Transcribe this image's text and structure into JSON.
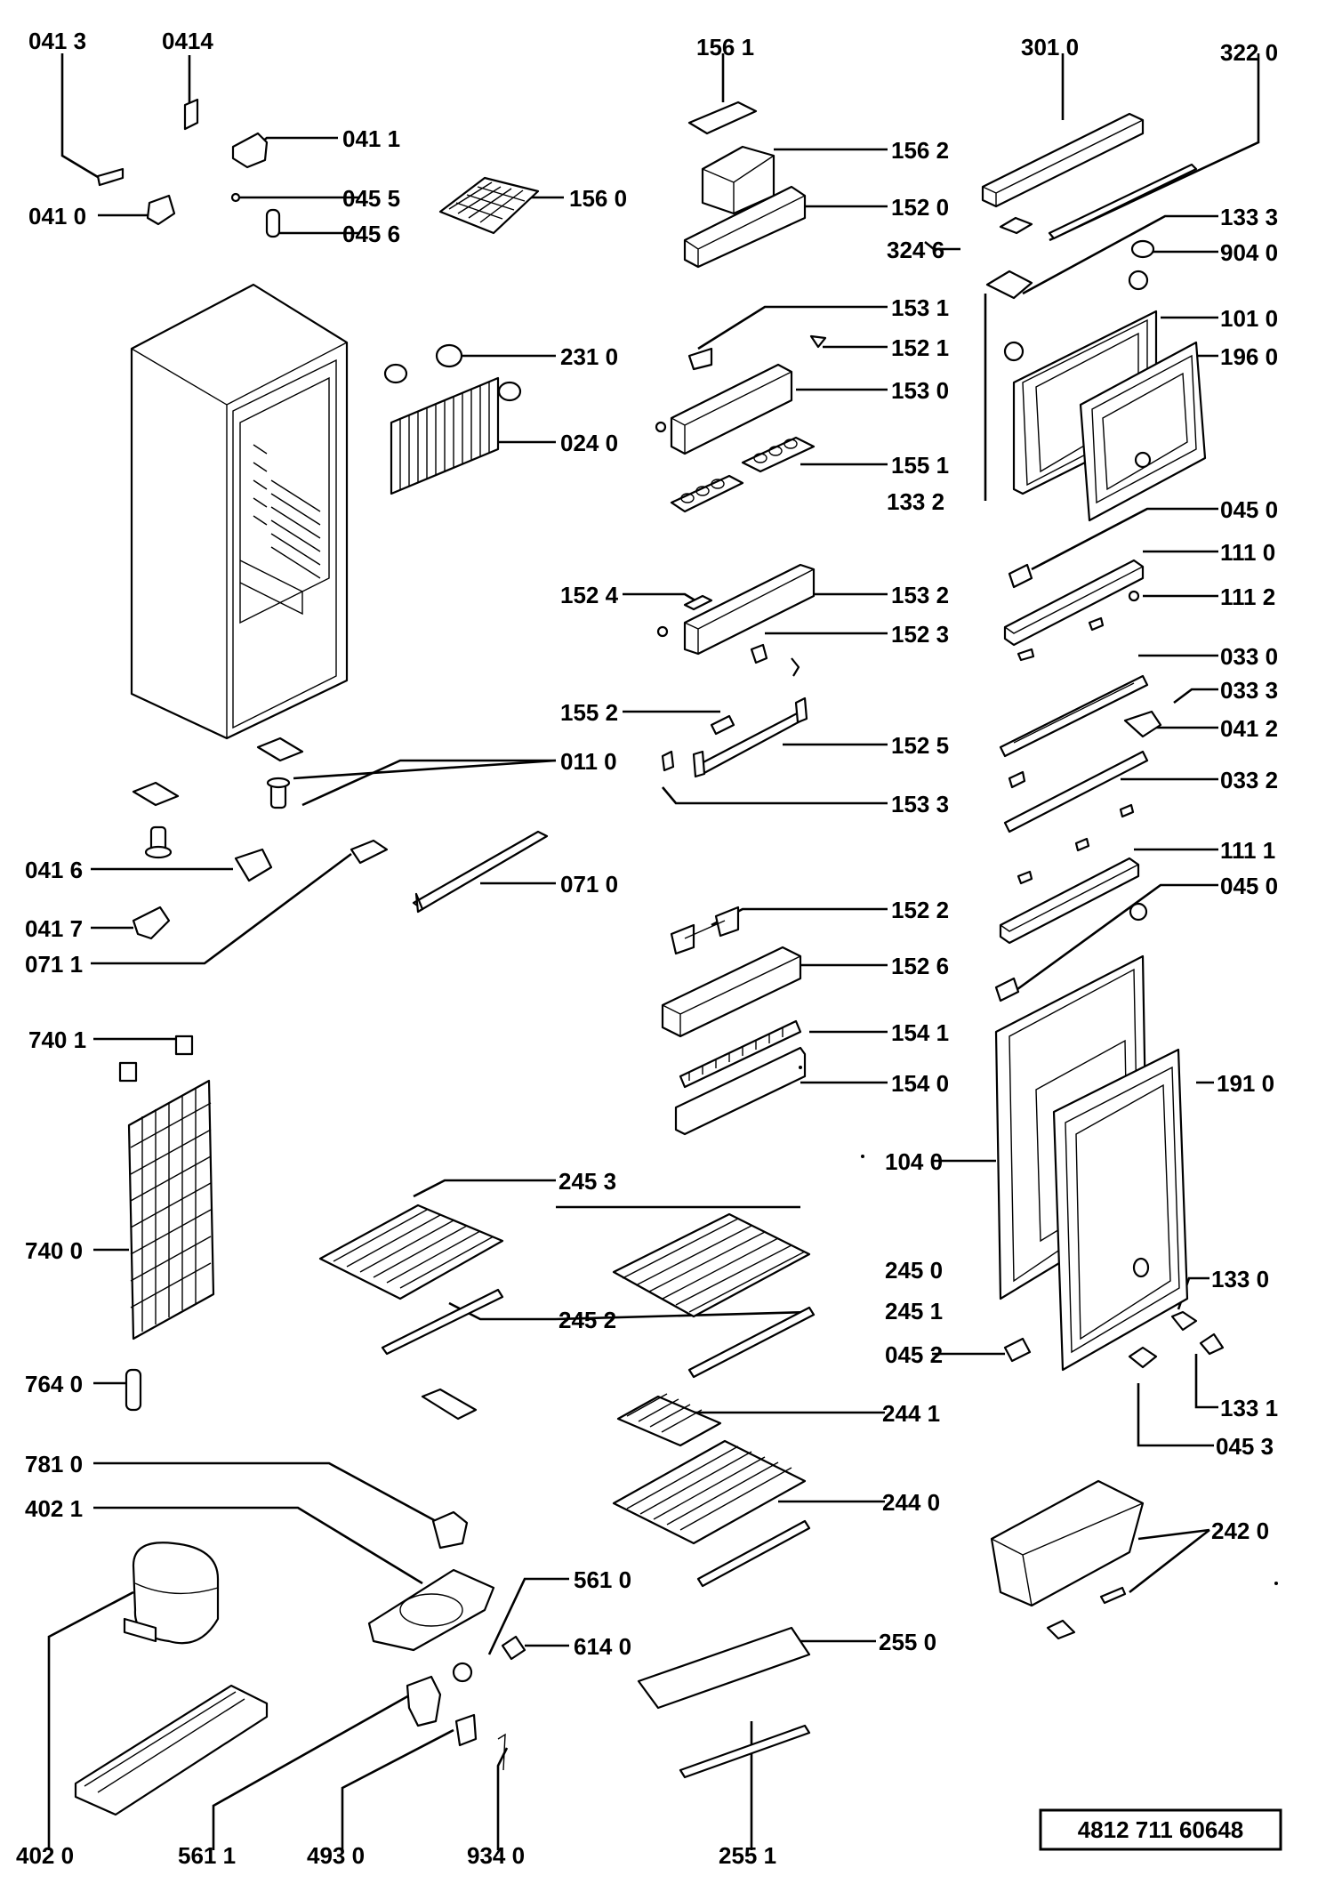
{
  "diagram": {
    "title": "",
    "reference_number": "4812 711 60648",
    "part_labels": [
      "041 3",
      "0414",
      "041 1",
      "041 0",
      "045 5",
      "045 6",
      "156 0",
      "156 1",
      "156 2",
      "152 0",
      "324 6",
      "301 0",
      "322 0",
      "133 3",
      "904 0",
      "153 1",
      "152 1",
      "153 0",
      "155 1",
      "133 2",
      "231 0",
      "024 0",
      "101 0",
      "196 0",
      "045 0",
      "111 0",
      "111 2",
      "152 4",
      "153 2",
      "152 3",
      "033 0",
      "033 3",
      "041 2",
      "033 2",
      "111 1",
      "045 0",
      "155 2",
      "152 5",
      "153 3",
      "011 0",
      "041 6",
      "041 7",
      "071 1",
      "071 0",
      "152 2",
      "152 6",
      "154 1",
      "154 0",
      "740 1",
      "191 0",
      "104 0",
      "740 0",
      "245 3",
      "245 0",
      "245 1",
      "245 2",
      "045 2",
      "133 0",
      "133 1",
      "045 3",
      "764 0",
      "244 1",
      "244 0",
      "781 0",
      "402 1",
      "242 0",
      "561 0",
      "614 0",
      "255 0",
      "402 0",
      "561 1",
      "493 0",
      "934 0",
      "255 1"
    ]
  }
}
